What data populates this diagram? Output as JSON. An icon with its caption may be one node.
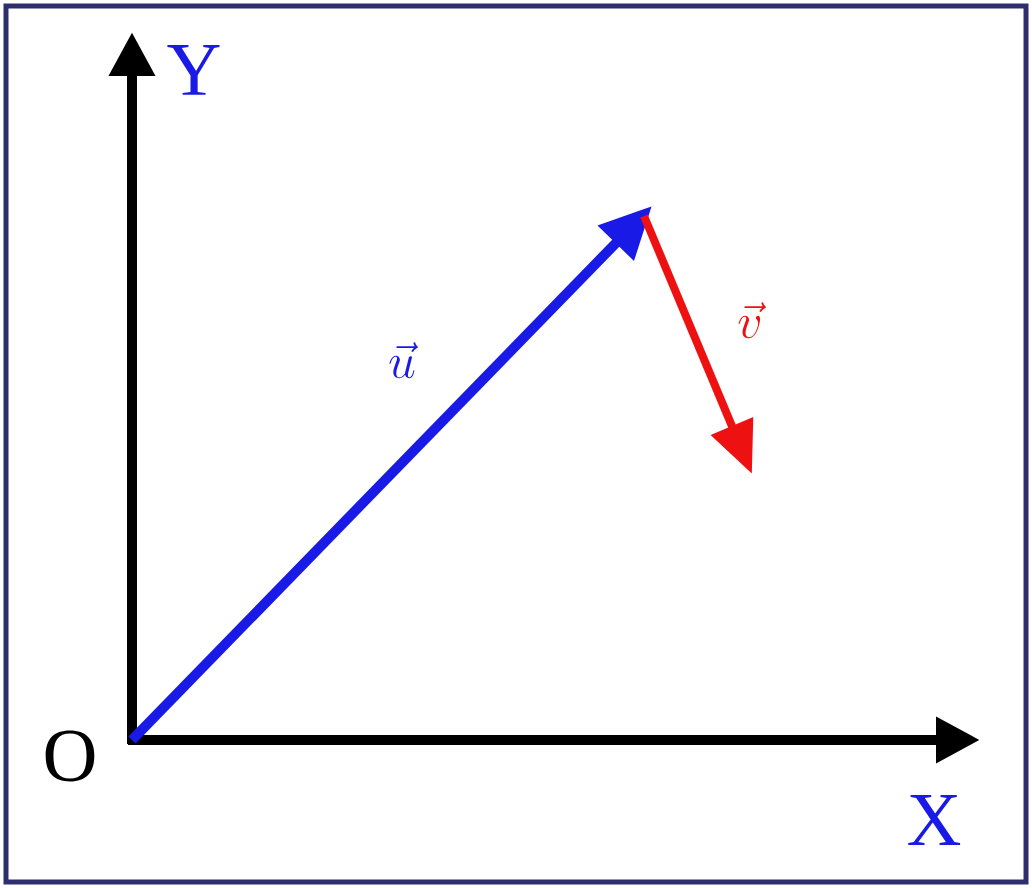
{
  "diagram": {
    "labels": [
      "Y",
      "X",
      "O",
      "\\vec{u}",
      "\\vec{v}"
    ]
  }
}
